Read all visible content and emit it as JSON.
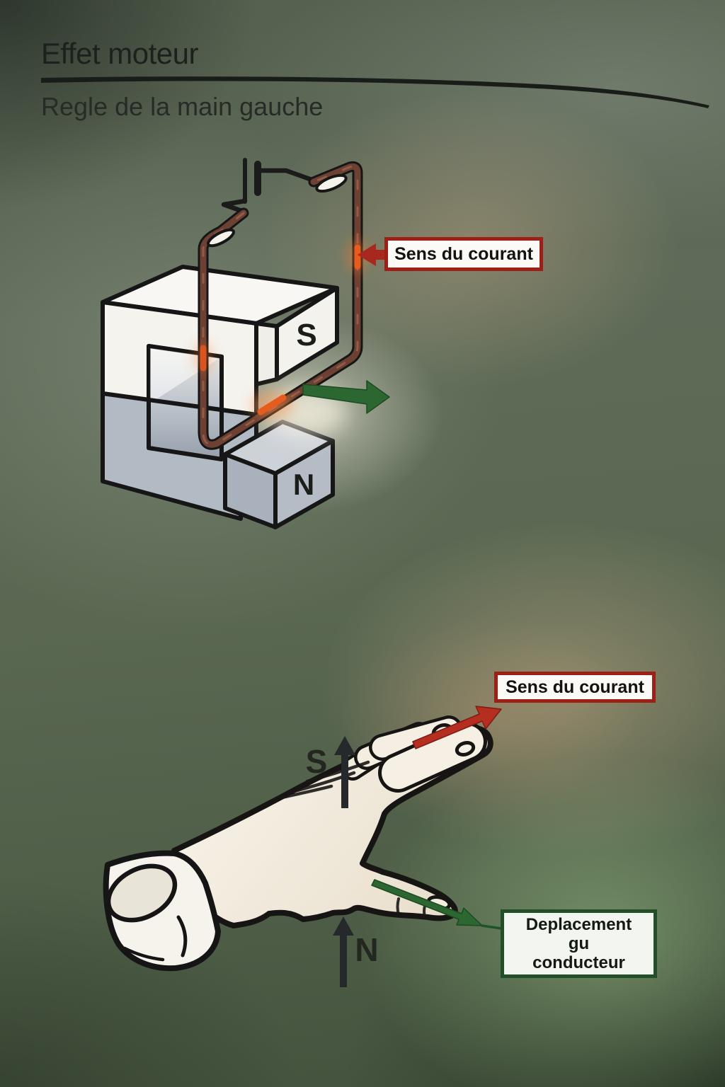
{
  "title": "Effet moteur",
  "subtitle": "Regle de la main gauche",
  "top_diagram": {
    "current_label": "Sens du courant",
    "south_pole": "S",
    "north_pole": "N"
  },
  "bottom_diagram": {
    "current_label": "Sens du courant",
    "displacement_lines": [
      "Deplacement",
      "gu",
      "conducteur"
    ],
    "south_field": "S",
    "north_field": "N"
  },
  "colors": {
    "current_arrow_red": "#a8281f",
    "label_border_red": "#9c2018",
    "displacement_green": "#2c6631",
    "label_border_green": "#234f28",
    "copper_wire": "#6d4034",
    "wire_hotspot_orange": "#e65c1e",
    "magnet_white": "#f6f5f0",
    "magnet_gray": "#b5bcc6",
    "background_green": "#55604f",
    "ink": "#161616"
  }
}
